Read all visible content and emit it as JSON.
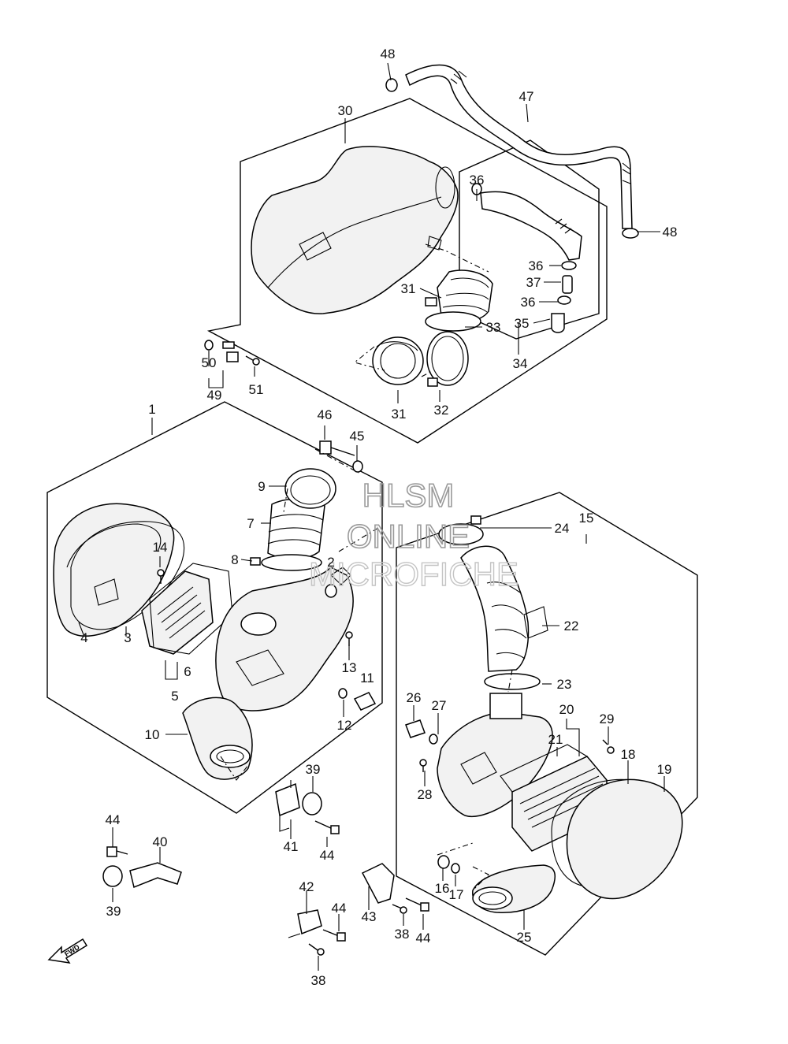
{
  "watermark": {
    "line1": "HLSM",
    "line2": "ONLINE",
    "line3": "MICROFICHE"
  },
  "fwd_label": "FWD",
  "labels": {
    "p1": "1",
    "p2": "2",
    "p3": "3",
    "p4": "4",
    "p5": "5",
    "p6": "6",
    "p7": "7",
    "p8": "8",
    "p9": "9",
    "p10": "10",
    "p11": "11",
    "p12": "12",
    "p13": "13",
    "p14": "14",
    "p15": "15",
    "p16": "16",
    "p17": "17",
    "p18": "18",
    "p19": "19",
    "p20": "20",
    "p21": "21",
    "p22": "22",
    "p23": "23",
    "p24": "24",
    "p25": "25",
    "p26": "26",
    "p27": "27",
    "p28": "28",
    "p29": "29",
    "p30": "30",
    "p31": "31",
    "p32": "32",
    "p33": "33",
    "p34": "34",
    "p35": "35",
    "p36": "36",
    "p37": "37",
    "p38": "38",
    "p39": "39",
    "p40": "40",
    "p41": "41",
    "p42": "42",
    "p43": "43",
    "p44": "44",
    "p45": "45",
    "p46": "46",
    "p47": "47",
    "p48": "48",
    "p49": "49",
    "p50": "50",
    "p51": "51"
  }
}
